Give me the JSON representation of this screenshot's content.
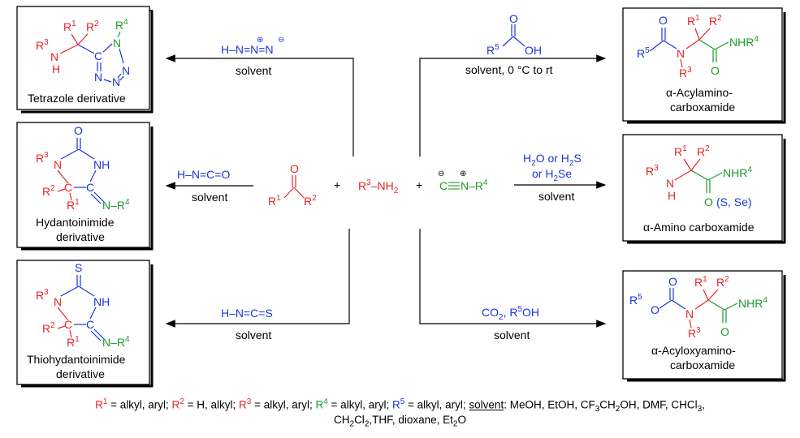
{
  "colors": {
    "r1r2r3": "#e8262a",
    "r4": "#1e9a2c",
    "r5": "#1a36d6",
    "black": "#000000"
  },
  "labels": {
    "R1": "R",
    "s1": "1",
    "R2": "R",
    "s2": "2",
    "R3": "R",
    "s3": "3",
    "R4": "R",
    "s4": "4",
    "R5": "R",
    "s5": "5",
    "NHR4": "NHR",
    "NH": "NH",
    "N": "N",
    "C": "C",
    "O": "O",
    "S": "S",
    "H": "H",
    "OH": "OH",
    "NH2": "–NH",
    "sub2": "2",
    "eqN": "N–R"
  },
  "reagents": {
    "azide": "H–N=N=N",
    "isocyanate": "H–N=C=O",
    "isothiocyanate": "H–N=C=S",
    "h2o_1": "H",
    "h2o_2": "2",
    "h2o_3": "O or H",
    "h2o_4": "2",
    "h2o_5": "S",
    "h2se_1": "or H",
    "h2se_2": "2",
    "h2se_3": "Se",
    "co2_1": "CO",
    "co2_2": "2",
    "co2_3": ", R",
    "co2_4": "5",
    "co2_5": "OH",
    "plus": "+",
    "minus": "⊖",
    "oplus": "⊕"
  },
  "conditions": {
    "solvent": "solvent",
    "acid": "solvent, 0 °C to rt",
    "se_s": "(S, Se)"
  },
  "products": {
    "tetrazole": "Tetrazole derivative",
    "hydantoin_1": "Hydantoinimide",
    "hydantoin_2": "derivative",
    "thiohydantoin_1": "Thiohydantoinimide",
    "thiohydantoin_2": "derivative",
    "acylamino_1": "α-Acylamino-",
    "acylamino_2": "carboxamide",
    "amino": "α-Amino carboxamide",
    "acyloxy_1": "α-Acyloxyamino-",
    "acyloxy_2": "carboxamide"
  },
  "legend": {
    "line1": [
      {
        "t": "R",
        "c": "r"
      },
      {
        "t": "1",
        "c": "r",
        "sup": true
      },
      {
        "t": " = alkyl, aryl; ",
        "c": ""
      },
      {
        "t": "R",
        "c": "r"
      },
      {
        "t": "2",
        "c": "r",
        "sup": true
      },
      {
        "t": " = H, alkyl; ",
        "c": ""
      },
      {
        "t": "R",
        "c": "r"
      },
      {
        "t": "3",
        "c": "r",
        "sup": true
      },
      {
        "t": " = alkyl, aryl; ",
        "c": ""
      },
      {
        "t": "R",
        "c": "g"
      },
      {
        "t": "4",
        "c": "g",
        "sup": true
      },
      {
        "t": " = alkyl, aryl; ",
        "c": ""
      },
      {
        "t": "R",
        "c": "b"
      },
      {
        "t": "5",
        "c": "b",
        "sup": true
      },
      {
        "t": " = alkyl, aryl;  ",
        "c": ""
      },
      {
        "t": "solvent",
        "c": "u"
      },
      {
        "t": ": MeOH, EtOH, CF",
        "c": ""
      },
      {
        "t": "3",
        "c": "",
        "sub": true
      },
      {
        "t": "CH",
        "c": ""
      },
      {
        "t": "2",
        "c": "",
        "sub": true
      },
      {
        "t": "OH, DMF, CHCl",
        "c": ""
      },
      {
        "t": "3",
        "c": "",
        "sub": true
      },
      {
        "t": ",",
        "c": ""
      }
    ],
    "line2": [
      {
        "t": "CH",
        "c": ""
      },
      {
        "t": "2",
        "c": "",
        "sub": true
      },
      {
        "t": "Cl",
        "c": ""
      },
      {
        "t": "2",
        "c": "",
        "sub": true
      },
      {
        "t": ",THF, dioxane, Et",
        "c": ""
      },
      {
        "t": "2",
        "c": "",
        "sub": true
      },
      {
        "t": "O",
        "c": ""
      }
    ]
  }
}
